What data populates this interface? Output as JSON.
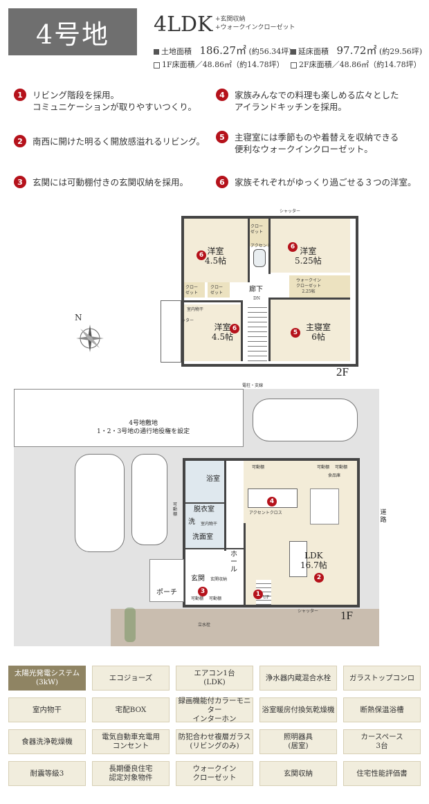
{
  "header": {
    "lot": "4号地",
    "plan": "4LDK",
    "plan_extra": [
      "+玄関収納",
      "+ウォークインクローゼット"
    ],
    "land_label": "土地面積",
    "land_value": "186.27㎡",
    "land_tsubo": "(約56.34坪)",
    "floor_label": "延床面積",
    "floor_value": "97.72㎡",
    "floor_tsubo": "(約29.56坪)",
    "f1": "1F床面積／48.86㎡（約14.78坪）",
    "f2": "2F床面積／48.86㎡（約14.78坪）"
  },
  "features": [
    {
      "n": "1",
      "text": [
        "リビング階段を採用。",
        "コミュニケーションが取りやすいつくり。"
      ]
    },
    {
      "n": "4",
      "text": [
        "家族みんなでの料理も楽しめる広々とした",
        "アイランドキッチンを採用。"
      ]
    },
    {
      "n": "2",
      "text": [
        "南西に開けた明るく開放感溢れるリビング。"
      ]
    },
    {
      "n": "5",
      "text": [
        "主寝室には季節ものや着替えを収納できる",
        "便利なウォークインクローゼット。"
      ]
    },
    {
      "n": "3",
      "text": [
        "玄関には可動棚付きの玄関収納を採用。"
      ]
    },
    {
      "n": "6",
      "text": [
        "家族それぞれがゆっくり過ごせる３つの洋室。"
      ]
    }
  ],
  "plan2f": {
    "floor": "2F",
    "rooms": {
      "r1": [
        "洋室",
        "4.5帖"
      ],
      "r2": [
        "洋室",
        "5.25帖"
      ],
      "r3": [
        "洋室",
        "4.5帖"
      ],
      "master": [
        "主寝室",
        "6帖"
      ],
      "hall": "廊下",
      "wic": [
        "ウォークイン",
        "クローゼット",
        "2.25帖"
      ],
      "closet1": [
        "クロー",
        "ゼット"
      ],
      "closet2": [
        "クロー",
        "ゼット"
      ],
      "closet3": [
        "クロー",
        "ゼット"
      ],
      "dry": "室内物干",
      "dn": "DN",
      "shutter": "シャッター",
      "shutter2": "シャッター",
      "access": "アクセント"
    },
    "marks": {
      "r1": "6",
      "r2": "6",
      "r3": "6",
      "master": "5"
    },
    "compass": "N"
  },
  "plan1f": {
    "floor": "1F",
    "site_note": [
      "4号地敷地",
      "1・2・3号地の通行地役権を設定"
    ],
    "pole": "電柱・支線",
    "road": "道路",
    "rooms": {
      "ldk": [
        "LDK",
        "16.7帖"
      ],
      "bath": "浴室",
      "dress": "脱衣室",
      "wash": "洗面室",
      "wash_mark": "洗",
      "dry": "室内物干",
      "hall": "ホール",
      "entrance": "玄関",
      "entrance_storage": "玄関収納",
      "porch": "ポーチ",
      "shelf1": "可動棚",
      "shelf2": "可動棚",
      "shelf3": "可動棚",
      "shelf4": "可動棚",
      "shelf5": "可動棚",
      "shelf6": "可動棚",
      "pantry": "食品庫",
      "shutter": "シャッター",
      "standing": "立水栓",
      "accent": "アクセントクロス",
      "up": "UP"
    },
    "marks": {
      "ldk": "2",
      "kitchen": "4",
      "entrance": "3",
      "stairs": "1"
    }
  },
  "equipment": [
    [
      "太陽光発電システム\n(3kW)",
      "エコジョーズ",
      "エアコン1台\n(LDK)",
      "浄水器内蔵混合水栓",
      "ガラストップコンロ"
    ],
    [
      "室内物干",
      "宅配BOX",
      "録画機能付カラーモニター\nインターホン",
      "浴室暖房付換気乾燥機",
      "断熱保温浴槽"
    ],
    [
      "食器洗浄乾燥機",
      "電気自動車充電用\nコンセント",
      "防犯合わせ複層ガラス\n(リビングのみ)",
      "照明器具\n(居室)",
      "カースペース\n3台"
    ],
    [
      "耐震等級3",
      "長期優良住宅\n認定対象物件",
      "ウォークイン\nクローゼット",
      "玄関収納",
      "住宅性能評価書"
    ]
  ],
  "colors": {
    "accent_red": "#b5121b",
    "room_fill": "#f3ecd8",
    "equip_bg": "#f1eddd",
    "equip_highlight": "#8f8463"
  }
}
